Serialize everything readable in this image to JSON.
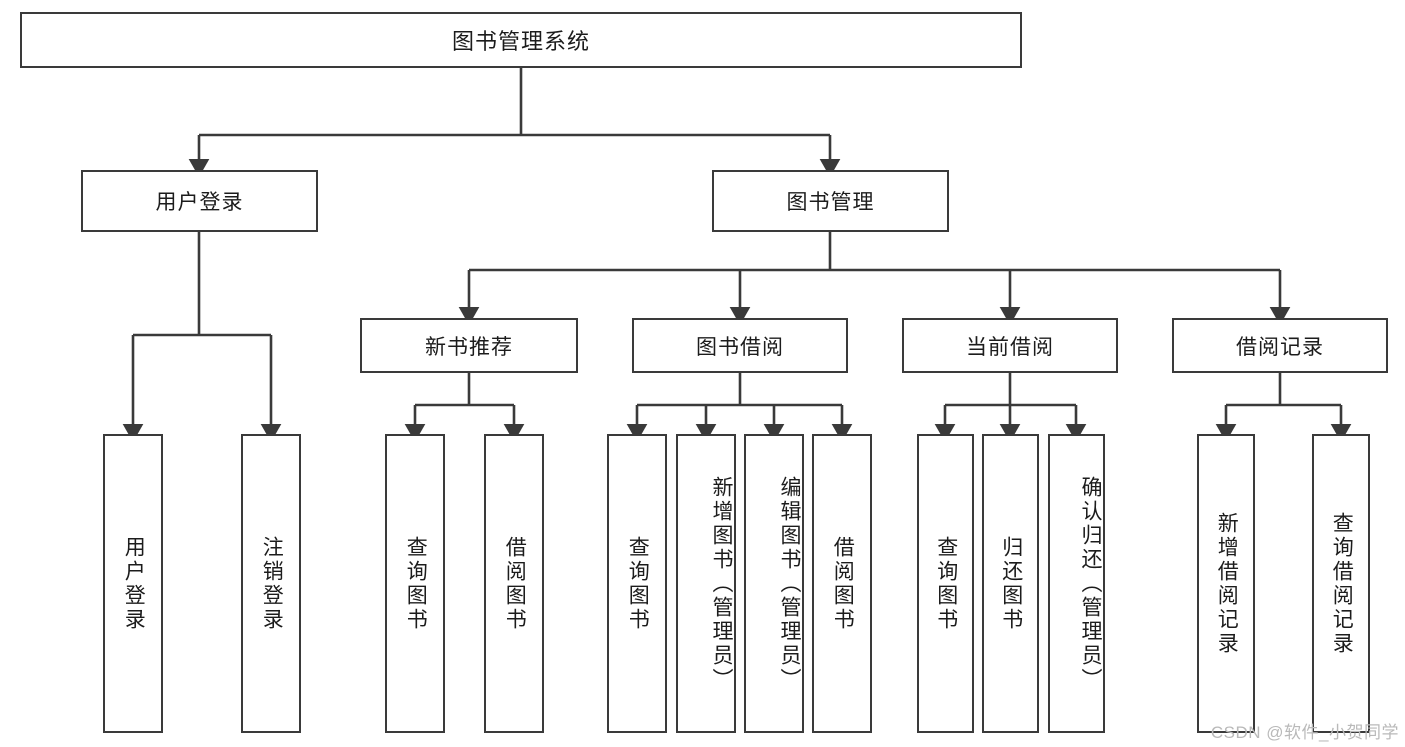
{
  "diagram": {
    "title": "图书管理系统",
    "type": "hierarchy-tree",
    "root": {
      "label": "图书管理系统"
    },
    "level2": [
      {
        "label": "用户登录"
      },
      {
        "label": "图书管理"
      }
    ],
    "level3": [
      {
        "label": "新书推荐"
      },
      {
        "label": "图书借阅"
      },
      {
        "label": "当前借阅"
      },
      {
        "label": "借阅记录"
      }
    ],
    "leaves": {
      "user_login": [
        {
          "label": "用户登录"
        },
        {
          "label": "注销登录"
        }
      ],
      "new_book_recommend": [
        {
          "label": "查询图书"
        },
        {
          "label": "借阅图书"
        }
      ],
      "book_borrow": [
        {
          "label": "查询图书"
        },
        {
          "label": "新增图书（管理员）"
        },
        {
          "label": "编辑图书（管理员）"
        },
        {
          "label": "借阅图书"
        }
      ],
      "current_borrow": [
        {
          "label": "查询图书"
        },
        {
          "label": "归还图书"
        },
        {
          "label": "确认归还（管理员）"
        }
      ],
      "borrow_record": [
        {
          "label": "新增借阅记录"
        },
        {
          "label": "查询借阅记录"
        }
      ]
    }
  },
  "watermark": {
    "text": "CSDN @软件_小贺同学"
  },
  "colors": {
    "box_border": "#3a3a3a",
    "connector": "#3a3a3a",
    "background": "#ffffff",
    "text": "#1c1c1c",
    "watermark": "#b9b9b9"
  }
}
